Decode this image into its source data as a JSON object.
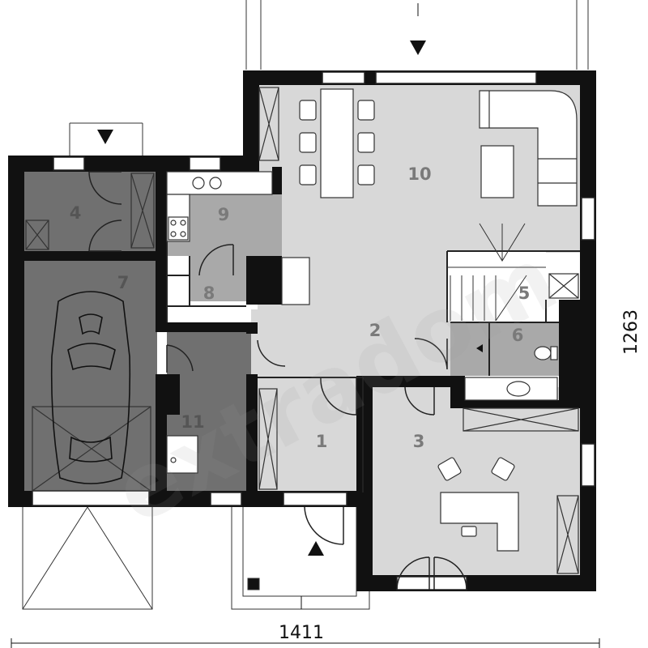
{
  "plan": {
    "dimensions": {
      "width": "1411",
      "height": "1263"
    },
    "rooms": [
      {
        "id": "1",
        "label": "1"
      },
      {
        "id": "2",
        "label": "2"
      },
      {
        "id": "3",
        "label": "3"
      },
      {
        "id": "4",
        "label": "4"
      },
      {
        "id": "5",
        "label": "5"
      },
      {
        "id": "6",
        "label": "6"
      },
      {
        "id": "7",
        "label": "7"
      },
      {
        "id": "8",
        "label": "8"
      },
      {
        "id": "9",
        "label": "9"
      },
      {
        "id": "10",
        "label": "10"
      },
      {
        "id": "11",
        "label": "11"
      }
    ],
    "watermark": "extradom",
    "colors": {
      "wall": "#111111",
      "light_floor": "#d8d8d8",
      "mid_floor": "#a9a9a9",
      "dark_floor": "#707070",
      "white": "#ffffff",
      "line": "#222222"
    }
  }
}
